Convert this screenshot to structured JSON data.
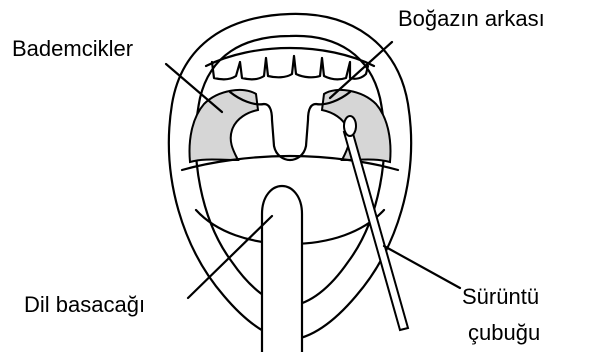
{
  "labels": {
    "tonsils": "Bademcikler",
    "throat_back": "Boğazın arkası",
    "tongue_depressor": "Dil basacağı",
    "swab_line1": "Sürüntü",
    "swab_line2": "çubuğu"
  },
  "colors": {
    "ink": "#000000",
    "shade": "#d6d6d6",
    "background": "#ffffff"
  }
}
